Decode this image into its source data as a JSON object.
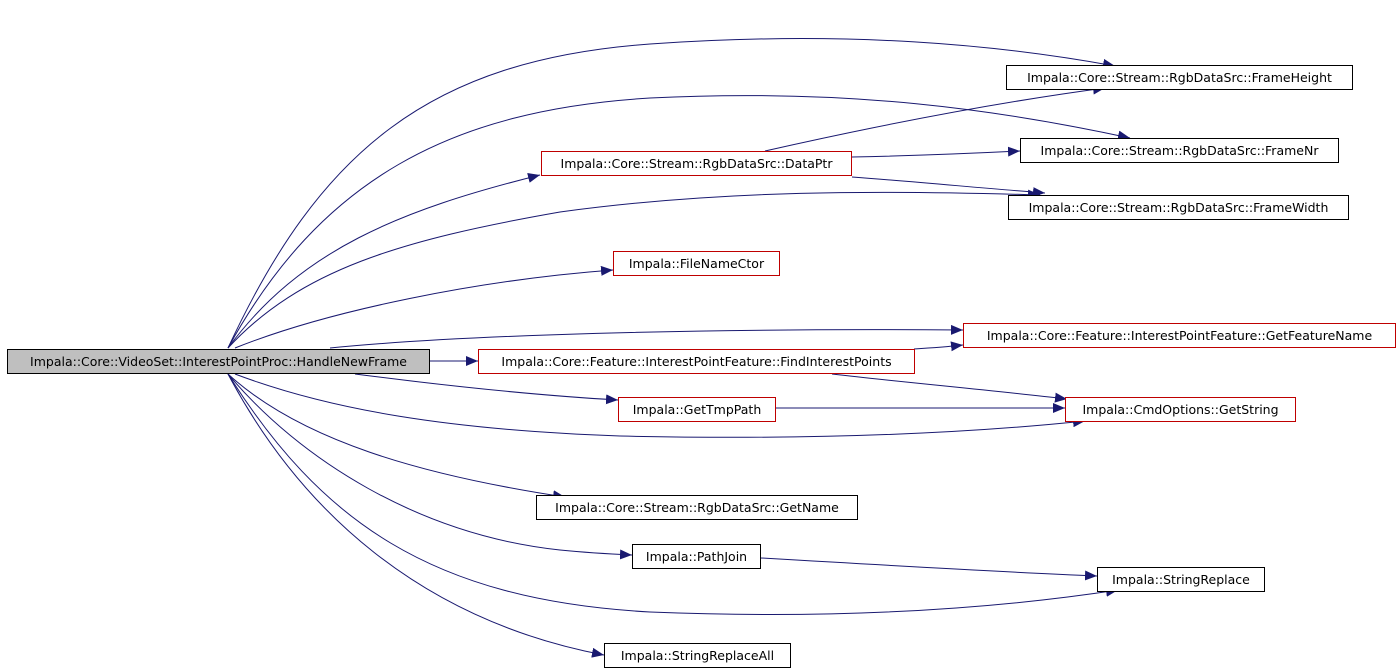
{
  "nodes": {
    "root": "Impala::Core::VideoSet::InterestPointProc::HandleNewFrame",
    "frameHeight": "Impala::Core::Stream::RgbDataSrc::FrameHeight",
    "frameNr": "Impala::Core::Stream::RgbDataSrc::FrameNr",
    "dataPtr": "Impala::Core::Stream::RgbDataSrc::DataPtr",
    "frameWidth": "Impala::Core::Stream::RgbDataSrc::FrameWidth",
    "fileNameCtor": "Impala::FileNameCtor",
    "getFeatureName": "Impala::Core::Feature::InterestPointFeature::GetFeatureName",
    "findInterestPoints": "Impala::Core::Feature::InterestPointFeature::FindInterestPoints",
    "getTmpPath": "Impala::GetTmpPath",
    "getString": "Impala::CmdOptions::GetString",
    "getName": "Impala::Core::Stream::RgbDataSrc::GetName",
    "pathJoin": "Impala::PathJoin",
    "stringReplace": "Impala::StringReplace",
    "stringReplaceAll": "Impala::StringReplaceAll"
  },
  "colors": {
    "edge": "#191970",
    "documented_border": "#bf0000",
    "undocumented_border": "#000000",
    "root_fill": "#bfbfbf"
  }
}
